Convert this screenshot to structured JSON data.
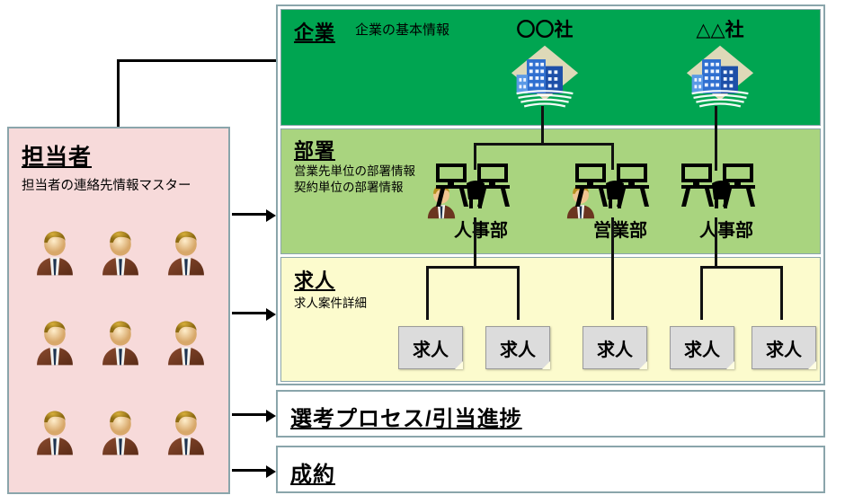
{
  "contacts": {
    "title": "担当者",
    "subtitle": "担当者の連絡先情報マスター",
    "person_icon": "businessperson-icon",
    "person_count": 9
  },
  "entity": {
    "company": {
      "title": "企業",
      "subtitle": "企業の基本情報",
      "band_color": "#00a551",
      "nodes": [
        {
          "name": "〇〇社",
          "icon": "company-building-icon"
        },
        {
          "name": "△△社",
          "icon": "company-building-icon"
        }
      ]
    },
    "department": {
      "title": "部署",
      "subtitle_line1": "営業先単位の部署情報",
      "subtitle_line2": "契約単位の部署情報",
      "band_color": "#a9d47f",
      "nodes": [
        {
          "label": "人事部",
          "icon": "desks-icon",
          "person_icon": "businessperson-icon"
        },
        {
          "label": "営業部",
          "icon": "desks-icon",
          "person_icon": "businessperson-icon"
        },
        {
          "label": "人事部",
          "icon": "desks-icon",
          "person_icon": ""
        }
      ]
    },
    "job": {
      "title": "求人",
      "subtitle": "求人案件詳細",
      "band_color": "#fcfbcd",
      "nodes": [
        {
          "label": "求人"
        },
        {
          "label": "求人"
        },
        {
          "label": "求人"
        },
        {
          "label": "求人"
        },
        {
          "label": "求人"
        }
      ]
    }
  },
  "process_box": {
    "title": "選考プロセス/引当進捗"
  },
  "contract_box": {
    "title": "成約"
  },
  "colors": {
    "panel_border": "#8aa5ab",
    "contacts_bg": "#f7dada",
    "company_bg": "#00a551",
    "department_bg": "#a9d47f",
    "job_bg": "#fcfbcd",
    "job_box_bg": "#dcdcdc",
    "line": "#000000"
  }
}
